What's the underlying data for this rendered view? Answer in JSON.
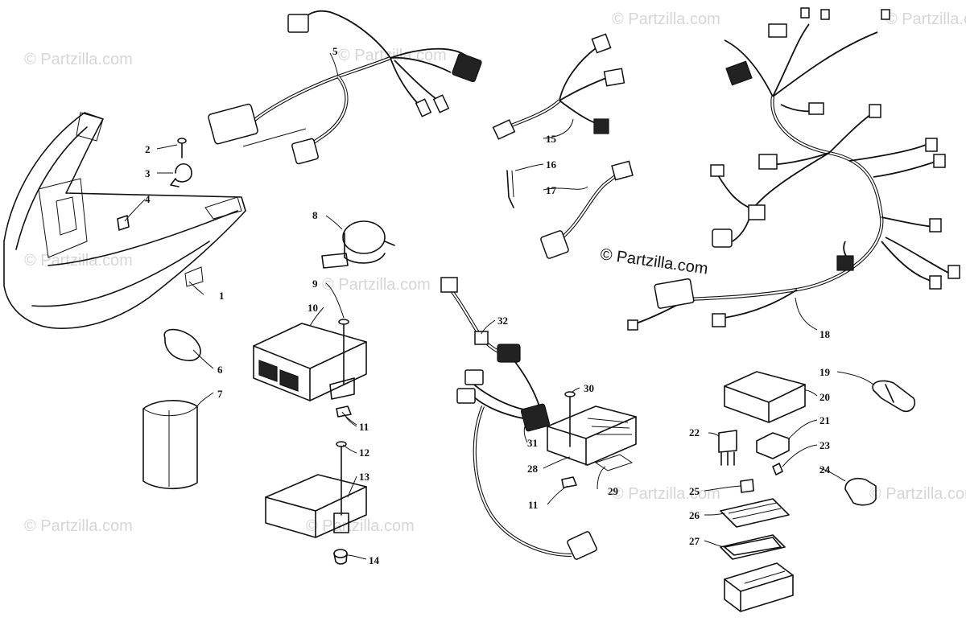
{
  "watermark": {
    "text": "© Partzilla.com",
    "center_text": "© Partzilla.com"
  },
  "callouts": {
    "c1": "1",
    "c2": "2",
    "c3": "3",
    "c4": "4",
    "c5": "5",
    "c6": "6",
    "c7": "7",
    "c8": "8",
    "c9": "9",
    "c10": "10",
    "c11a": "11",
    "c11b": "11",
    "c12": "12",
    "c13": "13",
    "c14": "14",
    "c15": "15",
    "c16": "16",
    "c17": "17",
    "c18": "18",
    "c19": "19",
    "c20": "20",
    "c21": "21",
    "c22": "22",
    "c23": "23",
    "c24": "24",
    "c25": "25",
    "c26": "26",
    "c27": "27",
    "c28": "28",
    "c29": "29",
    "c30": "30",
    "c31": "31",
    "c32": "32"
  }
}
